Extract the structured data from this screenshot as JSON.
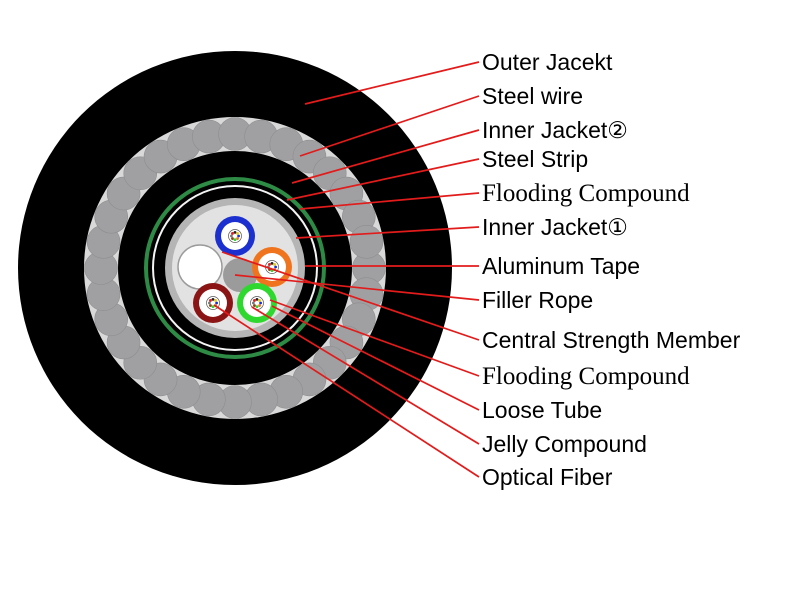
{
  "labels": [
    {
      "id": "outer-jacket",
      "text": "Outer Jacekt",
      "serif": false
    },
    {
      "id": "steel-wire",
      "text": "Steel wire",
      "serif": false
    },
    {
      "id": "inner-jacket-2",
      "text": "Inner Jacket②",
      "serif": false
    },
    {
      "id": "steel-strip",
      "text": "Steel Strip",
      "serif": false
    },
    {
      "id": "flooding-compound-1",
      "text": "Flooding Compound",
      "serif": true
    },
    {
      "id": "inner-jacket-1",
      "text": "Inner Jacket①",
      "serif": false
    },
    {
      "id": "aluminum-tape",
      "text": "Aluminum Tape",
      "serif": false
    },
    {
      "id": "filler-rope",
      "text": "Filler Rope",
      "serif": false
    },
    {
      "id": "central-strength-member",
      "text": "Central Strength Member",
      "serif": false
    },
    {
      "id": "flooding-compound-2",
      "text": "Flooding Compound",
      "serif": true
    },
    {
      "id": "loose-tube",
      "text": "Loose Tube",
      "serif": false
    },
    {
      "id": "jelly-compound",
      "text": "Jelly Compound",
      "serif": false
    },
    {
      "id": "optical-fiber",
      "text": "Optical Fiber",
      "serif": false
    }
  ],
  "colors": {
    "outer_jacket": "#000000",
    "steel_wire": "#a0a0a2",
    "steel_wire_gap": "#d9d9d9",
    "steel_strip": "#2e8b45",
    "aluminum_tape": "#b5b5b5",
    "core_fill": "#e2e2e2",
    "leader": "#e21b1b",
    "tube_blue": "#1c2fcf",
    "tube_orange": "#f0731e",
    "tube_maroon": "#8b1414",
    "tube_green": "#2fd82f"
  }
}
